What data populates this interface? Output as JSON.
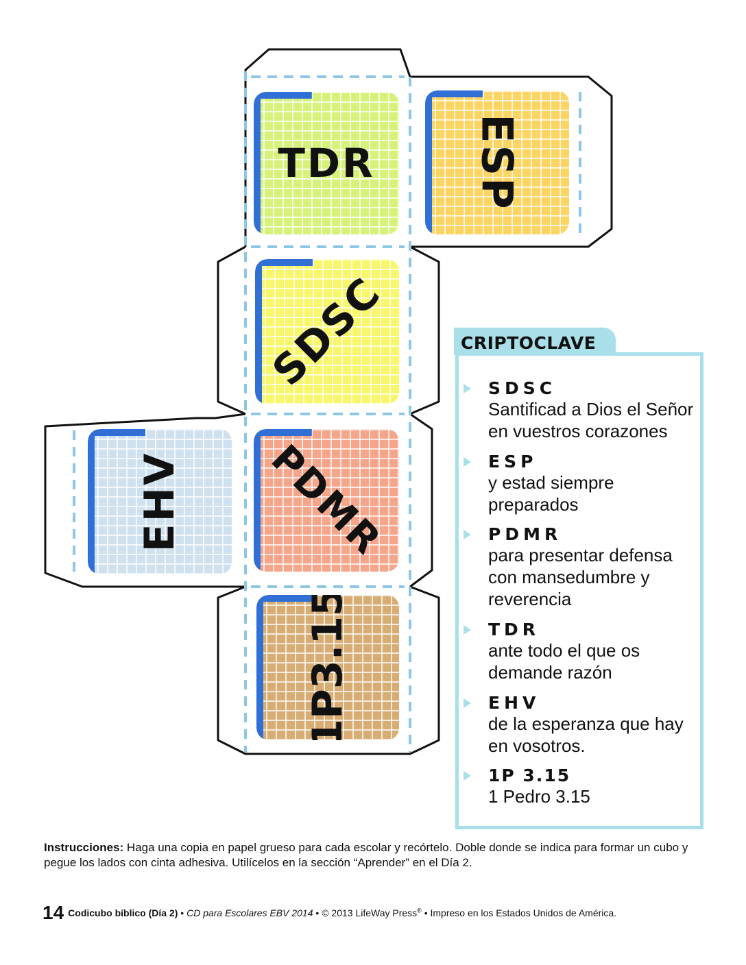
{
  "cube_faces": [
    {
      "id": "tdr",
      "label": "TDR",
      "color": "#d6f27a"
    },
    {
      "id": "esp",
      "label": "ESP",
      "color": "#fcd462"
    },
    {
      "id": "sdsc",
      "label": "SDSC",
      "color": "#f8f66a"
    },
    {
      "id": "ehv",
      "label": "EHV",
      "color": "#cfe1ef"
    },
    {
      "id": "pdmr",
      "label": "PDMR",
      "color": "#f4a58a"
    },
    {
      "id": "1p315",
      "label": "1P3.15",
      "color": "#d7ad74"
    }
  ],
  "crypto_key": {
    "title": "CRIPTOCLAVE",
    "entries": [
      {
        "code": "SDSC",
        "lines": [
          "Santificad a Dios el Señor",
          "en vuestros corazones"
        ]
      },
      {
        "code": "ESP",
        "lines": [
          "y estad siempre",
          "preparados"
        ]
      },
      {
        "code": "PDMR",
        "lines": [
          "para presentar defensa",
          "con mansedumbre y",
          "reverencia"
        ]
      },
      {
        "code": "TDR",
        "lines": [
          "ante todo el que os",
          "demande razón"
        ]
      },
      {
        "code": "EHV",
        "lines": [
          "de la esperanza que hay",
          "en vosotros."
        ]
      },
      {
        "code": "1P 3.15",
        "lines": [
          "1 Pedro 3.15"
        ]
      }
    ]
  },
  "instructions": {
    "label": "Instrucciones:",
    "text": " Haga una copia en papel grueso para cada escolar y recórtelo. Doble donde se indica para formar un cubo y pegue los lados con cinta adhesiva. Utilícelos en la sección “Aprender” en el Día 2."
  },
  "footer": {
    "page_number": "14",
    "title": "Codicubo bíblico (Día 2)",
    "sep1": " • ",
    "publication": "CD para Escolares EBV 2014",
    "copyright": " • © 2013 LifeWay Press",
    "reg": "®",
    "printed": " •  Impreso en los Estados Unidos de América."
  },
  "colors": {
    "accent_blue": "#2f6fd6",
    "fold_line": "#8ec6e6",
    "key_border": "#a9dfe8"
  }
}
